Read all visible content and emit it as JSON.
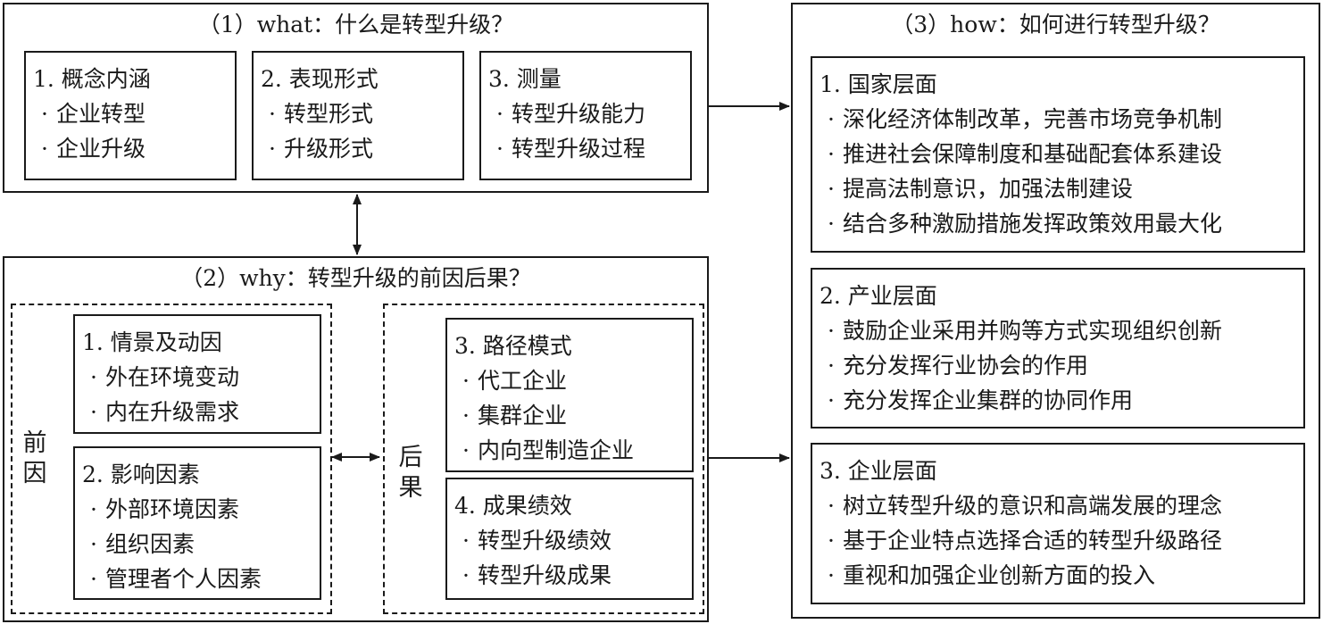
{
  "what": {
    "title": "（1）what：什么是转型升级？",
    "boxes": [
      {
        "heading": "1. 概念内涵",
        "items": [
          "企业转型",
          "企业升级"
        ]
      },
      {
        "heading": "2. 表现形式",
        "items": [
          "转型形式",
          "升级形式"
        ]
      },
      {
        "heading": "3. 测量",
        "items": [
          "转型升级能力",
          "转型升级过程"
        ]
      }
    ]
  },
  "why": {
    "title": "（2）why：转型升级的前因后果？",
    "antecedent_label": "前因",
    "consequence_label": "后果",
    "antecedents": [
      {
        "heading": "1. 情景及动因",
        "items": [
          "外在环境变动",
          "内在升级需求"
        ]
      },
      {
        "heading": "2. 影响因素",
        "items": [
          "外部环境因素",
          "组织因素",
          "管理者个人因素"
        ]
      }
    ],
    "consequences": [
      {
        "heading": "3. 路径模式",
        "items": [
          "代工企业",
          "集群企业",
          "内向型制造企业"
        ]
      },
      {
        "heading": "4. 成果绩效",
        "items": [
          "转型升级绩效",
          "转型升级成果"
        ]
      }
    ]
  },
  "how": {
    "title": "（3）how：如何进行转型升级？",
    "boxes": [
      {
        "heading": "1. 国家层面",
        "items": [
          "深化经济体制改革，完善市场竞争机制",
          "推进社会保障制度和基础配套体系建设",
          "提高法制意识，加强法制建设",
          "结合多种激励措施发挥政策效用最大化"
        ]
      },
      {
        "heading": "2. 产业层面",
        "items": [
          "鼓励企业采用并购等方式实现组织创新",
          "充分发挥行业协会的作用",
          "充分发挥企业集群的协同作用"
        ]
      },
      {
        "heading": "3. 企业层面",
        "items": [
          "树立转型升级的意识和高端发展的理念",
          "基于企业特点选择合适的转型升级路径",
          "重视和加强企业创新方面的投入"
        ]
      }
    ]
  }
}
